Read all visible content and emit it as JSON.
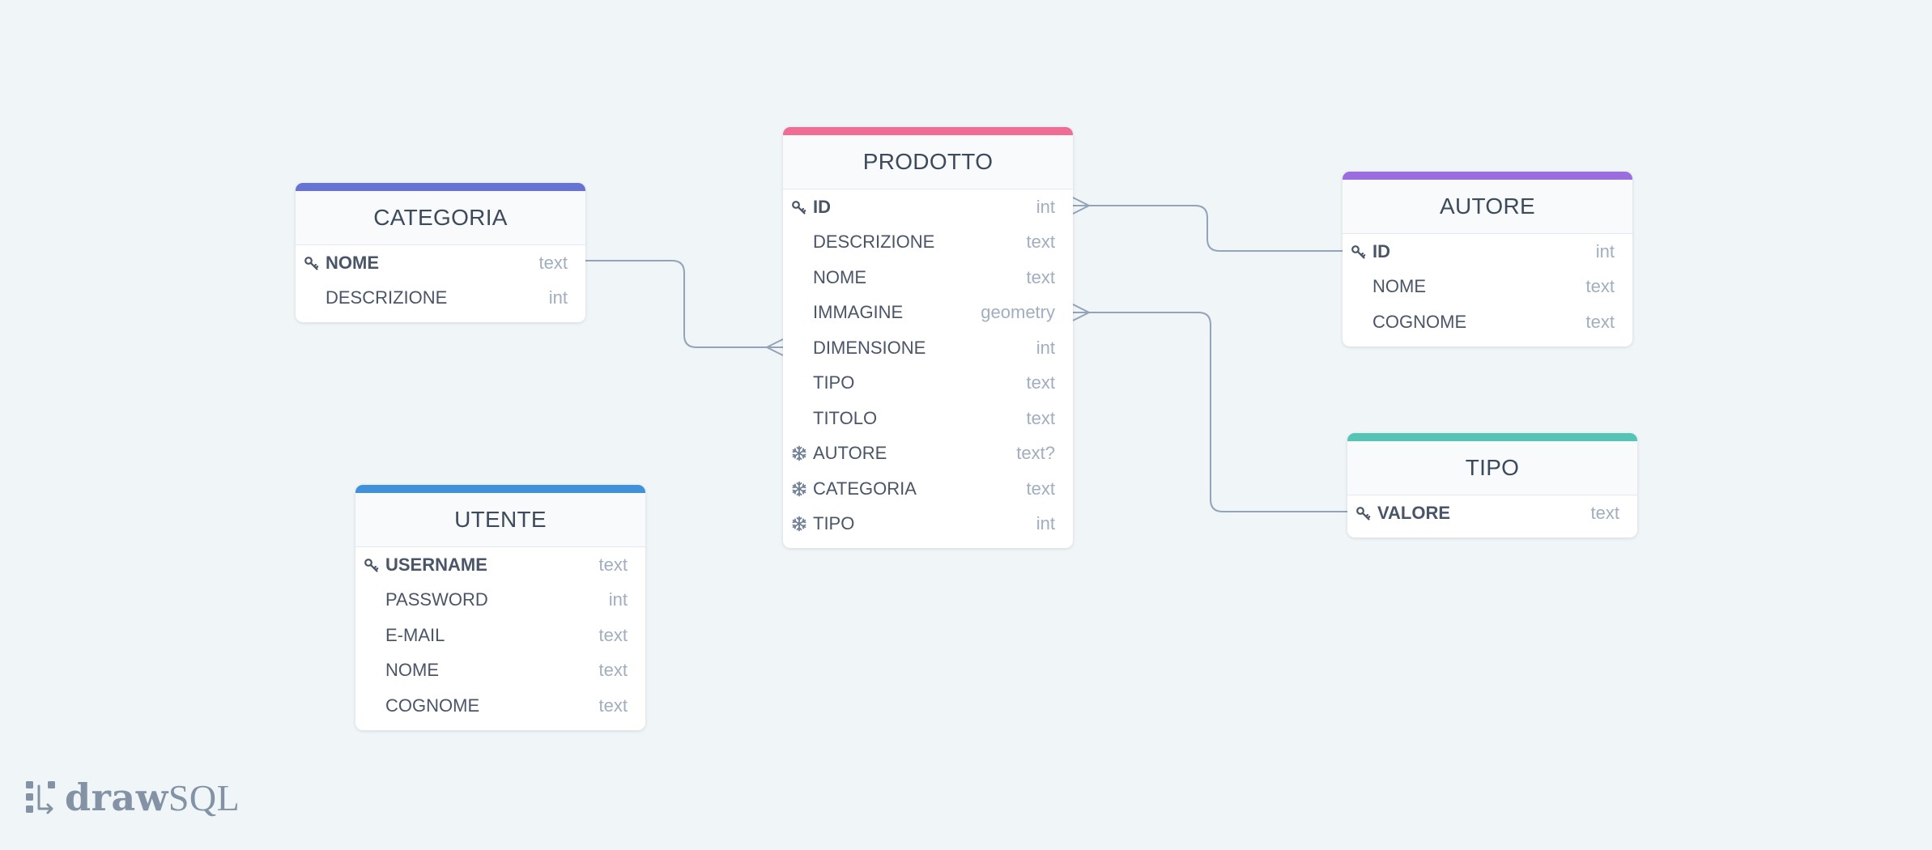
{
  "colors": {
    "background": "#f0f5f8",
    "prodotto": "#ef6d94",
    "categoria": "#6672d4",
    "autore": "#9b6ee0",
    "tipo": "#54c4b5",
    "utente": "#3f90dd",
    "connector": "#94a3b8"
  },
  "tables": {
    "prodotto": {
      "title": "PRODOTTO",
      "rows": [
        {
          "name": "ID",
          "type": "int",
          "icon": "key-icon"
        },
        {
          "name": "DESCRIZIONE",
          "type": "text"
        },
        {
          "name": "NOME",
          "type": "text"
        },
        {
          "name": "IMMAGINE",
          "type": "geometry"
        },
        {
          "name": "DIMENSIONE",
          "type": "int"
        },
        {
          "name": "TIPO",
          "type": "text"
        },
        {
          "name": "TITOLO",
          "type": "text"
        },
        {
          "name": "AUTORE",
          "type": "text?",
          "icon": "snowflake-icon"
        },
        {
          "name": "CATEGORIA",
          "type": "text",
          "icon": "snowflake-icon"
        },
        {
          "name": "TIPO",
          "type": "int",
          "icon": "snowflake-icon"
        }
      ]
    },
    "categoria": {
      "title": "CATEGORIA",
      "rows": [
        {
          "name": "NOME",
          "type": "text",
          "icon": "key-icon"
        },
        {
          "name": "DESCRIZIONE",
          "type": "int"
        }
      ]
    },
    "autore": {
      "title": "AUTORE",
      "rows": [
        {
          "name": "ID",
          "type": "int",
          "icon": "key-icon"
        },
        {
          "name": "NOME",
          "type": "text"
        },
        {
          "name": "COGNOME",
          "type": "text"
        }
      ]
    },
    "tipo": {
      "title": "TIPO",
      "rows": [
        {
          "name": "VALORE",
          "type": "text",
          "icon": "key-icon"
        }
      ]
    },
    "utente": {
      "title": "UTENTE",
      "rows": [
        {
          "name": "USERNAME",
          "type": "text",
          "icon": "key-icon"
        },
        {
          "name": "PASSWORD",
          "type": "int"
        },
        {
          "name": "E-MAIL",
          "type": "text"
        },
        {
          "name": "NOME",
          "type": "text"
        },
        {
          "name": "COGNOME",
          "type": "text"
        }
      ]
    }
  },
  "relations": [
    {
      "from": "categoria.NOME",
      "to": "prodotto.DIMENSIONE",
      "cardinality": "one-to-many"
    },
    {
      "from": "autore.ID",
      "to": "prodotto.ID",
      "cardinality": "one-to-many"
    },
    {
      "from": "tipo.VALORE",
      "to": "prodotto.IMMAGINE",
      "cardinality": "one-to-many"
    }
  ],
  "logo": {
    "bold": "draw",
    "light": "SQL"
  }
}
